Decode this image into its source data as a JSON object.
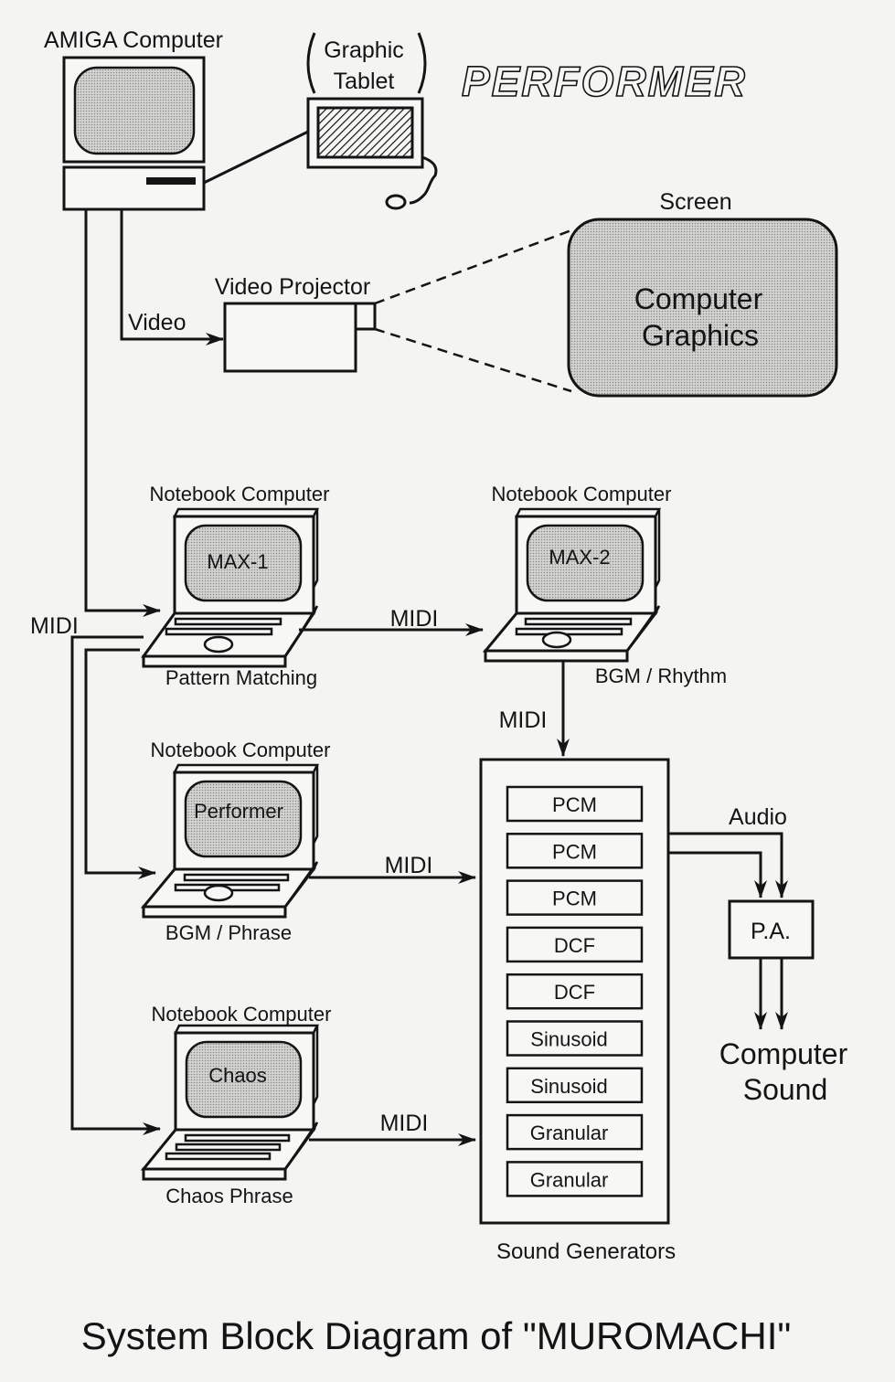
{
  "title": "System Block Diagram of \"MUROMACHI\"",
  "performer_label": "PERFORMER",
  "amiga": {
    "label": "AMIGA Computer"
  },
  "tablet": {
    "label_line1": "Graphic",
    "label_line2": "Tablet"
  },
  "projector": {
    "label": "Video Projector",
    "input_label": "Video"
  },
  "screen": {
    "label": "Screen",
    "content_line1": "Computer",
    "content_line2": "Graphics"
  },
  "notebooks": [
    {
      "header": "Notebook Computer",
      "screen_text": "MAX-1",
      "caption": "Pattern Matching"
    },
    {
      "header": "Notebook Computer",
      "screen_text": "MAX-2",
      "caption": "BGM / Rhythm"
    },
    {
      "header": "Notebook Computer",
      "screen_text": "Performer",
      "caption": "BGM / Phrase"
    },
    {
      "header": "Notebook Computer",
      "screen_text": "Chaos",
      "caption": "Chaos Phrase"
    }
  ],
  "connections": {
    "midi_left": "MIDI",
    "midi_max1_to_max2": "MIDI",
    "midi_max2_to_gen": "MIDI",
    "midi_performer_to_gen": "MIDI",
    "midi_chaos_to_gen": "MIDI",
    "audio": "Audio"
  },
  "sound_generators": {
    "label": "Sound Generators",
    "modules": [
      "PCM",
      "PCM",
      "PCM",
      "DCF",
      "DCF",
      "Sinusoid",
      "Sinusoid",
      "Granular",
      "Granular"
    ]
  },
  "pa": {
    "label": "P.A."
  },
  "output": {
    "line1": "Computer",
    "line2": "Sound"
  }
}
